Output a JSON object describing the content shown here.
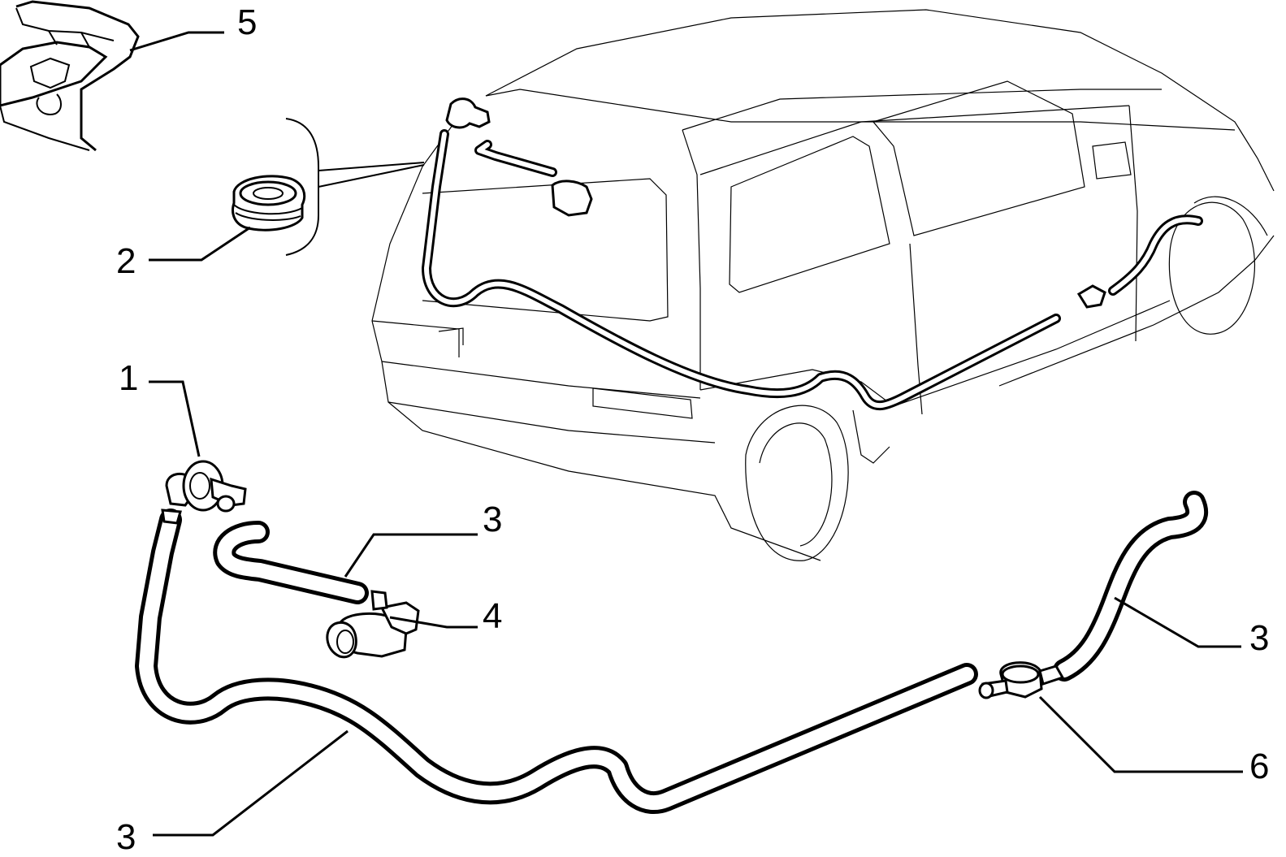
{
  "diagram": {
    "callouts": {
      "c1": "1",
      "c2": "2",
      "c3_top": "3",
      "c3_right": "3",
      "c3_bottom": "3",
      "c4": "4",
      "c5": "5",
      "c6": "6"
    }
  }
}
